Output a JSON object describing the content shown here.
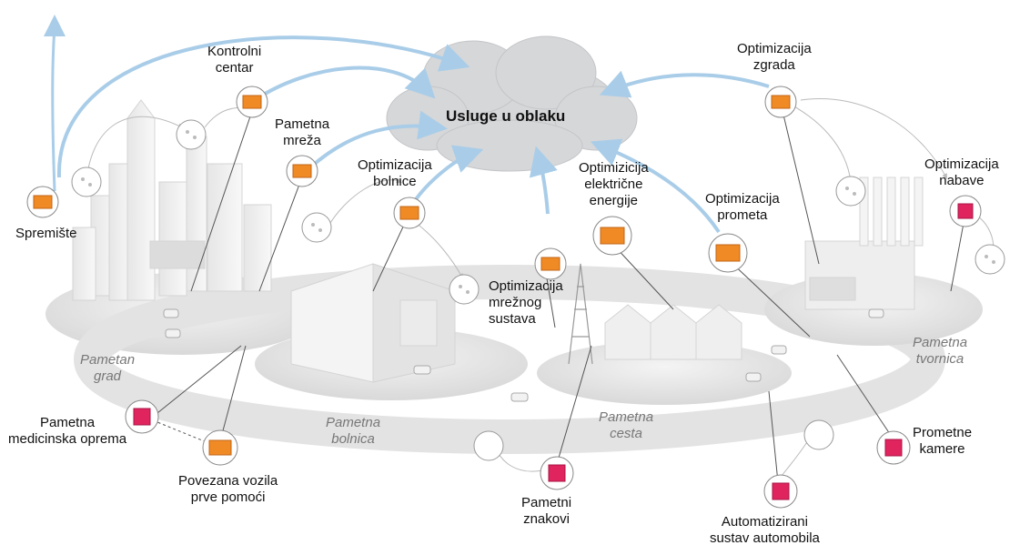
{
  "cloud": {
    "title": "Usluge u oblaku"
  },
  "nodes": {
    "kontrolni_centar": "Kontrolni\ncentar",
    "pametna_mreza": "Pametna\nmreža",
    "spremiste": "Spremište",
    "optimizacija_bolnice": "Optimizacija\nbolnice",
    "optimizacija_mreznog": "Optimizacija\nmrežnog\nsustava",
    "optimizacija_energije": "Optimizicija\nelektrične\nenergije",
    "optimizacija_prometa": "Optimizacija\nprometa",
    "optimizacija_zgrada": "Optimizacija\nzgrada",
    "optimizacija_nabave": "Optimizacija\nnabave",
    "medicinska_oprema": "Pametna\nmedicinska oprema",
    "vozila_pomoci": "Povezana vozila\nprve pomoći",
    "pametni_znakovi": "Pametni\nznakovi",
    "automatizirani_sustav": "Automatizirani\nsustav automobila",
    "prometne_kamere": "Prometne\nkamere"
  },
  "zones": {
    "grad": "Pametan\ngrad",
    "bolnica": "Pametna\nbolnica",
    "cesta": "Pametna\ncesta",
    "tvornica": "Pametna\ntvornica"
  },
  "colors": {
    "orange_box": "#f08a24",
    "pink_box": "#e0245e",
    "arrow_blue": "#a9cde8",
    "platform": "#e8e8e8",
    "building": "#f0f0f0"
  },
  "icons": {
    "orange": "orange-cube-icon",
    "pink": "pink-cube-icon",
    "sensor": "sensor-circle-icon",
    "cloud": "cloud-icon"
  }
}
